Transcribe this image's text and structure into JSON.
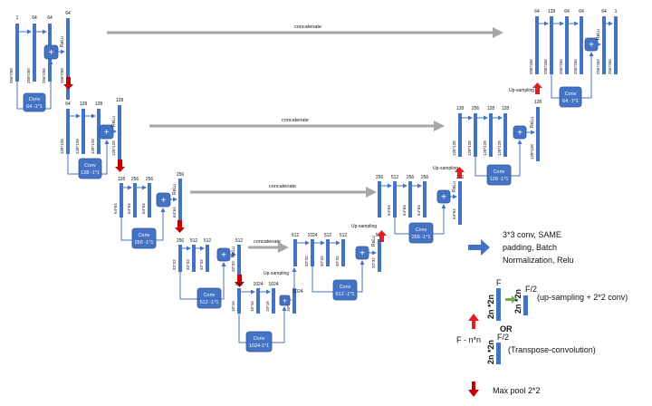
{
  "labels": {
    "concatenate": "concatenate",
    "upsampling": "Up-sampling",
    "relu": "ReLu",
    "plus": "+"
  },
  "conv_boxes": [
    {
      "title": "Conv",
      "sub": "64 -1*1"
    },
    {
      "title": "Conv",
      "sub": "128 -1*1"
    },
    {
      "title": "Conv",
      "sub": "256 -1*1"
    },
    {
      "title": "Conv",
      "sub": "512 -1*1"
    },
    {
      "title": "Conv",
      "sub": "1024-1*1"
    },
    {
      "title": "Conv",
      "sub": "512 -1*1"
    },
    {
      "title": "Conv",
      "sub": "256 -1*1"
    },
    {
      "title": "Conv",
      "sub": "128 -1*1"
    },
    {
      "title": "Conv",
      "sub": "64 -1*1"
    }
  ],
  "channel_labels": {
    "l1_enc": [
      "1",
      "64",
      "64",
      "64"
    ],
    "l2_enc": [
      "64",
      "128",
      "128",
      "128"
    ],
    "l3_enc": [
      "128",
      "256",
      "256",
      "256"
    ],
    "l4_enc": [
      "256",
      "512",
      "512",
      "512"
    ],
    "l5": [
      "512",
      "1024",
      "1024",
      "1024"
    ],
    "l4_dec": [
      "512",
      "1024",
      "512",
      "512",
      "512"
    ],
    "l3_dec": [
      "256",
      "512",
      "256",
      "256",
      "256"
    ],
    "l2_dec": [
      "128",
      "256",
      "128",
      "128",
      "128"
    ],
    "l1_dec": [
      "64",
      "128",
      "64",
      "64",
      "64",
      "1"
    ]
  },
  "size_labels": {
    "l1": "256*256",
    "l2": "128*128",
    "l3": "64*64",
    "l4": "32*32",
    "l5": "16*16"
  },
  "legend": {
    "conv_desc_1": "3*3 conv, SAME",
    "conv_desc_2": "padding, Batch",
    "conv_desc_3": "Normalization, Relu",
    "upsample_F": "F",
    "upsample_F2": "F/2",
    "upsample_2n": "2n *2n",
    "upsample_desc": "(up-sampling + 2*2 conv)",
    "or": "OR",
    "fnn": "F - n*n",
    "transpose_F2": "F/2",
    "transpose_2n": "2n *2n",
    "transpose_desc": "(Transpose-convolution)",
    "maxpool_desc": "Max pool 2*2"
  },
  "colors": {
    "block": "#4472c4",
    "concat": "#a6a6a6",
    "pool_arrow": "#c00000",
    "up_arrow": "#e02020",
    "green_arrow": "#70ad47"
  }
}
